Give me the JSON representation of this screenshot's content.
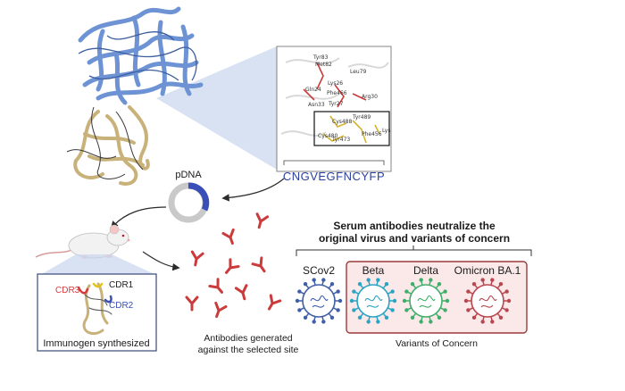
{
  "seq": "CNGVEGFNCYFP",
  "pdna": "pDNA",
  "residues": [
    "Tyr83",
    "Met82",
    "Leu79",
    "Lys26",
    "Gln24",
    "Phe466",
    "Arg30",
    "Asn33",
    "Tyr27",
    "Tyr489",
    "Cys488",
    "Lys",
    "Phe456",
    "Cys480",
    "Tyr473"
  ],
  "cdr1": "CDR1",
  "cdr2": "CDR2",
  "cdr3": "CDR3",
  "immunogen": "Immunogen synthesized",
  "antibodies_1": "Antibodies generated",
  "antibodies_2": "against the selected site",
  "serum_1": "Serum antibodies neutralize the",
  "serum_2": "original virus and variants of concern",
  "viruses": [
    {
      "name": "SCov2",
      "color": "#3f5fa8"
    },
    {
      "name": "Beta",
      "color": "#2aa4c4"
    },
    {
      "name": "Delta",
      "color": "#3fae6a"
    },
    {
      "name": "Omicron BA.1",
      "color": "#b8474f"
    }
  ],
  "voc": "Variants of Concern",
  "colors": {
    "protein": "#6e93d4",
    "rbd": "#c9b27a",
    "antibody": "#cc3b3b",
    "pdna": "#3a4eb8",
    "voc_box": "#fbe9e9",
    "voc_border": "#9c3a3a",
    "sequence": "#2a40a0"
  }
}
